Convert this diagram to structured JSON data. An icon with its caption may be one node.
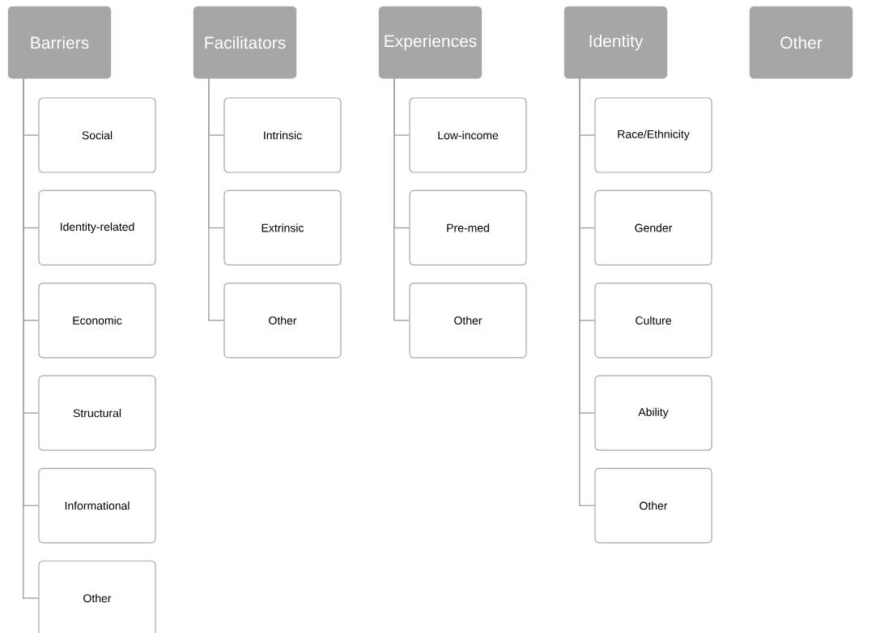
{
  "diagram": {
    "nodes": [
      {
        "text": [
          "Barriers"
        ]
      },
      {
        "text": [
          "Social"
        ]
      },
      {
        "text": [
          "Identity-related"
        ]
      },
      {
        "text": [
          "Economic"
        ]
      },
      {
        "text": [
          "Structural"
        ]
      },
      {
        "text": [
          "Informational"
        ]
      },
      {
        "text": [
          "Other"
        ]
      },
      {
        "text": [
          "Facilitators"
        ]
      },
      {
        "text": [
          "Intrinsic"
        ]
      },
      {
        "text": [
          "Extrinsic"
        ]
      },
      {
        "text": [
          "Other"
        ]
      },
      {
        "text": [
          "Experiences"
        ]
      },
      {
        "text": [
          "Low-income"
        ]
      },
      {
        "text": [
          "Pre-med"
        ]
      },
      {
        "text": [
          "Other"
        ]
      },
      {
        "text": [
          "Identity"
        ]
      },
      {
        "text": [
          "Race/Ethnicity"
        ]
      },
      {
        "text": [
          "Gender"
        ]
      },
      {
        "text": [
          "Culture"
        ]
      },
      {
        "text": [
          "Ability"
        ]
      },
      {
        "text": [
          "Other"
        ]
      },
      {
        "text": [
          "Other"
        ]
      }
    ],
    "edges": [
      {
        "from": 0,
        "to": 1,
        "arrow": "none"
      },
      {
        "from": 0,
        "to": 2,
        "arrow": "none"
      },
      {
        "from": 0,
        "to": 3,
        "arrow": "none"
      },
      {
        "from": 0,
        "to": 4,
        "arrow": "none"
      },
      {
        "from": 0,
        "to": 5,
        "arrow": "none"
      },
      {
        "from": 0,
        "to": 6,
        "arrow": "none"
      },
      {
        "from": 7,
        "to": 8,
        "arrow": "none"
      },
      {
        "from": 7,
        "to": 9,
        "arrow": "none"
      },
      {
        "from": 7,
        "to": 10,
        "arrow": "none"
      },
      {
        "from": 11,
        "to": 12,
        "arrow": "none"
      },
      {
        "from": 11,
        "to": 13,
        "arrow": "none"
      },
      {
        "from": 11,
        "to": 14,
        "arrow": "none"
      },
      {
        "from": 15,
        "to": 16,
        "arrow": "none"
      },
      {
        "from": 15,
        "to": 17,
        "arrow": "none"
      },
      {
        "from": 15,
        "to": 18,
        "arrow": "none"
      },
      {
        "from": 15,
        "to": 19,
        "arrow": "none"
      },
      {
        "from": 15,
        "to": 20,
        "arrow": "none"
      }
    ]
  }
}
